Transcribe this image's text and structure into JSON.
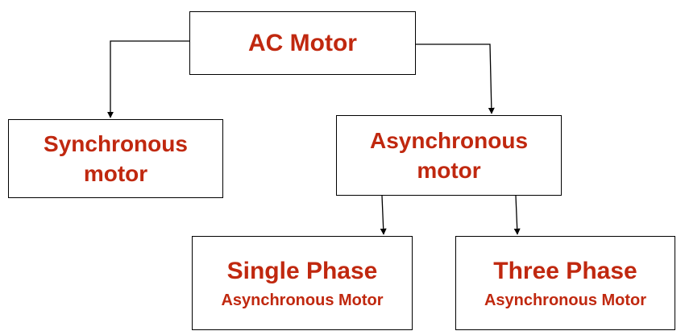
{
  "colors": {
    "text": "#c0280f",
    "border": "#000000",
    "connector": "#000000"
  },
  "diagram": {
    "root": {
      "label": "AC Motor"
    },
    "synchronous": {
      "line1": "Synchronous",
      "line2": "motor"
    },
    "asynchronous": {
      "line1": "Asynchronous",
      "line2": "motor"
    },
    "single_phase": {
      "line1": "Single Phase",
      "line2": "Asynchronous Motor"
    },
    "three_phase": {
      "line1": "Three Phase",
      "line2": "Asynchronous Motor"
    }
  }
}
